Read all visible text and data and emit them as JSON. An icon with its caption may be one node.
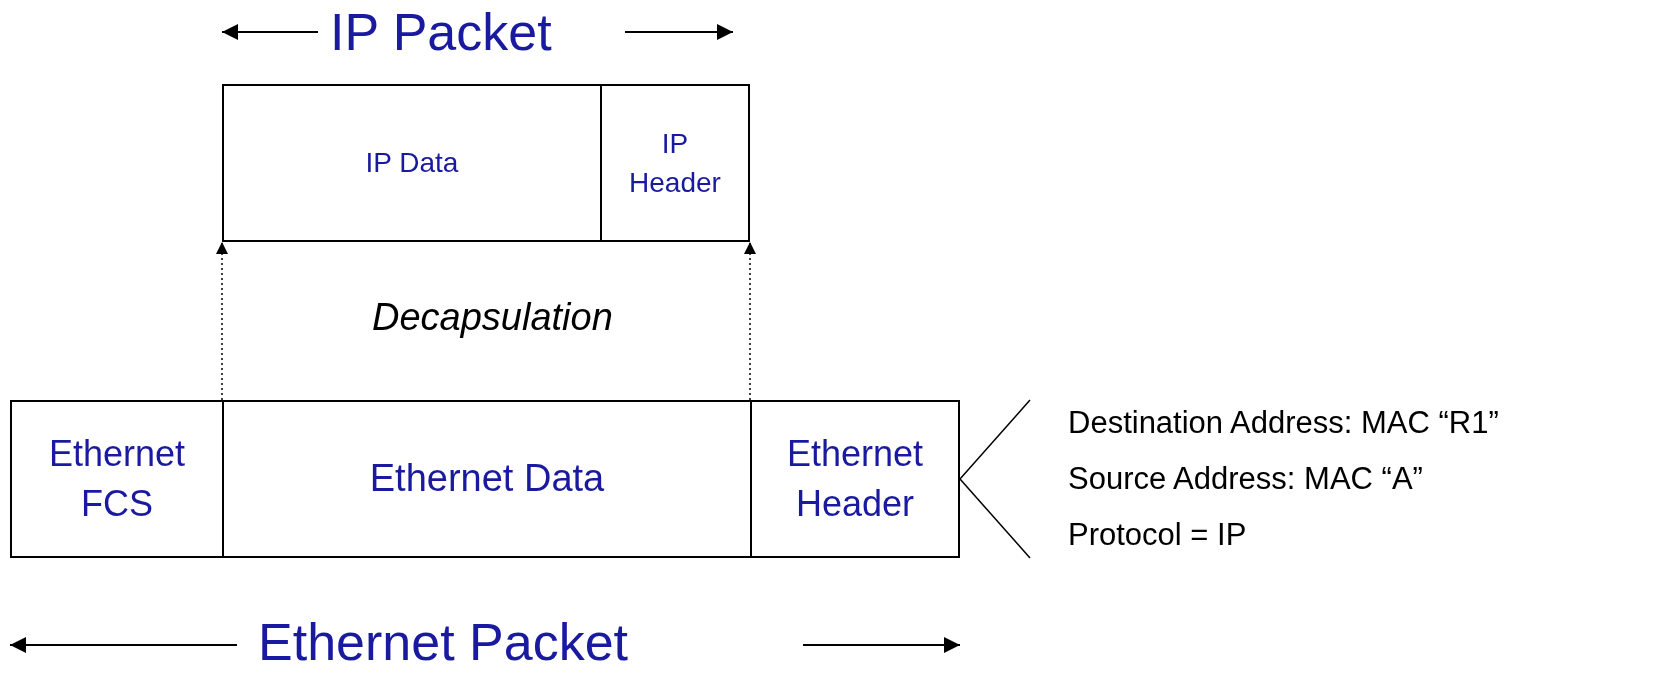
{
  "diagram": {
    "nodes": [
      {
        "text": [
          "IP Data"
        ]
      },
      {
        "text": [
          "IP Header"
        ]
      },
      {
        "text": [
          "Ethernet FCS"
        ]
      },
      {
        "text": [
          "Ethernet Data"
        ]
      },
      {
        "text": [
          "Ethernet Header"
        ]
      },
      {
        "text": [
          "Destination Address: MAC “R1”",
          "Source Address: MAC “A”",
          "Protocol = IP"
        ]
      }
    ],
    "edges": [
      {
        "from": 3,
        "to": 0,
        "arrow": "to",
        "style": "dashed"
      },
      {
        "from": 3,
        "to": 1,
        "arrow": "to",
        "style": "dashed"
      },
      {
        "from": 4,
        "to": 5,
        "arrow": "none"
      }
    ],
    "labels": [
      "IP Packet",
      "Decapsulation",
      "Ethernet Packet"
    ]
  }
}
